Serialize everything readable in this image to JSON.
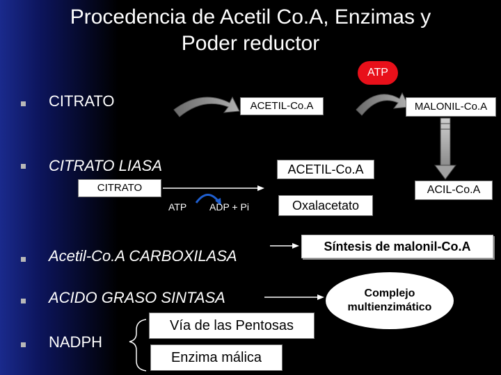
{
  "slide": {
    "title_line1": "Procedencia de Acetil Co.A, Enzimas y",
    "title_line2": "Poder reductor"
  },
  "bullets": [
    {
      "text": "CITRATO"
    },
    {
      "text": "CITRATO LIASA"
    },
    {
      "text": "Acetil-Co.A CARBOXILASA"
    },
    {
      "text": "ACIDO GRASO SINTASA"
    },
    {
      "text": "NADPH"
    }
  ],
  "boxes": {
    "atp_top": "ATP",
    "acetil_coa_1": "ACETIL-Co.A",
    "malonil_coa": "MALONIL-Co.A",
    "acetil_coa_2": "ACETIL-Co.A",
    "citrato_small": "CITRATO",
    "acil_coa": "ACIL-Co.A",
    "oxalacetato": "Oxalacetato",
    "sintesis": "Síntesis de malonil-Co.A",
    "via_pentosas": "Vía de las Pentosas",
    "enzima_malica": "Enzima málica"
  },
  "labels": {
    "atp": "ATP",
    "adp_pi": "ADP + Pi"
  },
  "ellipse": {
    "line1": "Complejo",
    "line2": "multienzimático"
  },
  "colors": {
    "red_pill": "#e8101a",
    "background_left": "#1a2a8c",
    "background": "#000000",
    "arrow_gray": "#a0a0a0"
  }
}
